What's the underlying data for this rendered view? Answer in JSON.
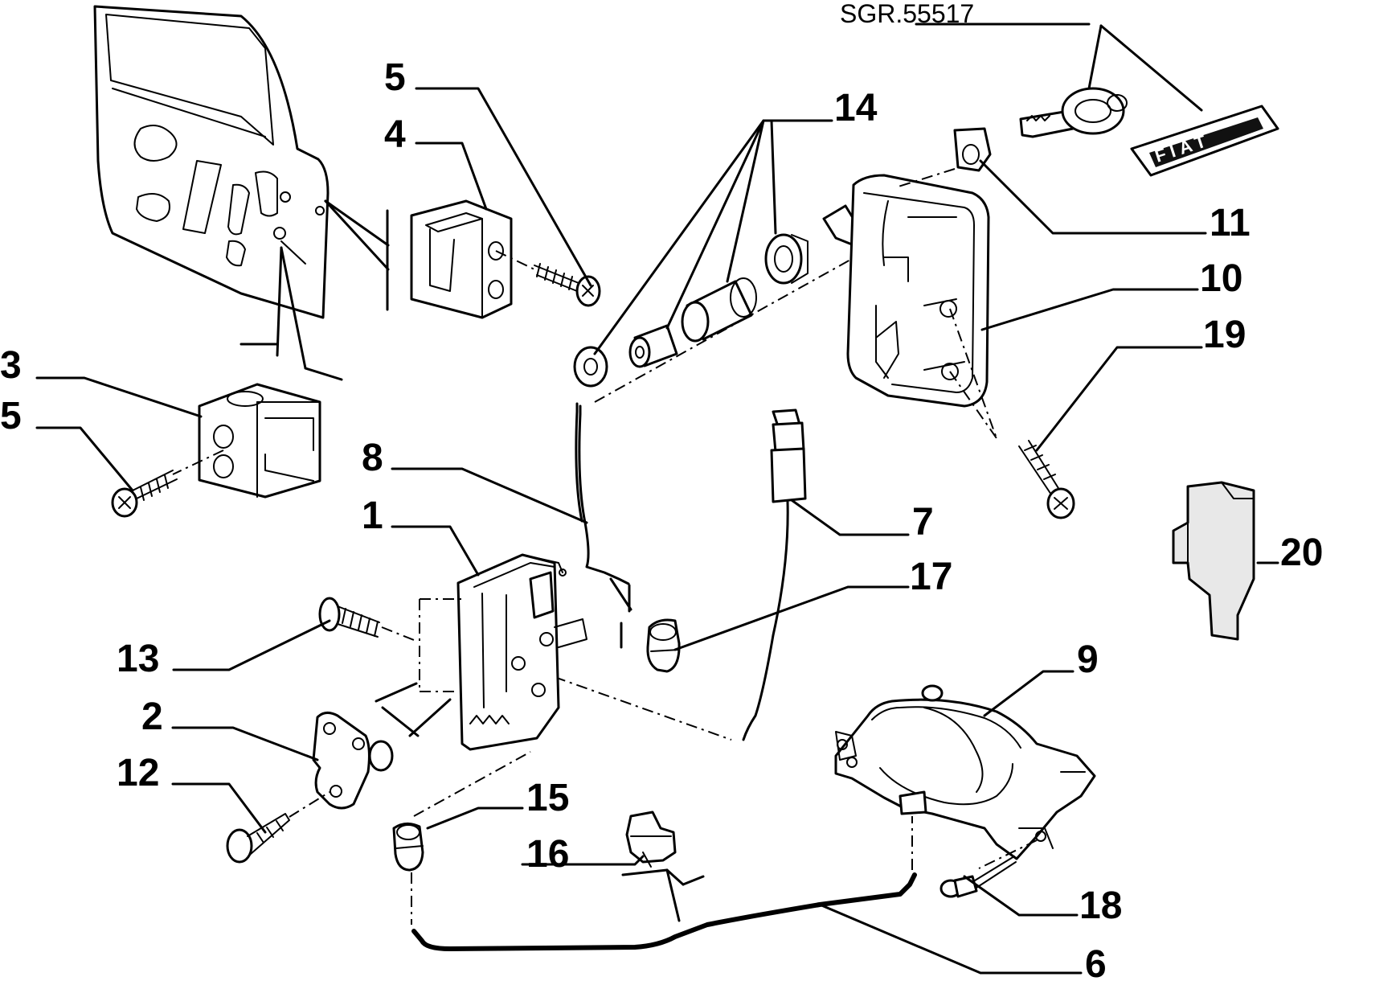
{
  "diagram": {
    "code": "SGR.55517",
    "brand": "FIAT",
    "callouts": {
      "p1": "1",
      "p2": "2",
      "p3": "3",
      "p4": "4",
      "p5a": "5",
      "p5b": "5",
      "p6": "6",
      "p7": "7",
      "p8": "8",
      "p9": "9",
      "p10": "10",
      "p11": "11",
      "p12": "12",
      "p13": "13",
      "p14": "14",
      "p15": "15",
      "p16": "16",
      "p17": "17",
      "p18": "18",
      "p19": "19",
      "p20": "20"
    }
  }
}
